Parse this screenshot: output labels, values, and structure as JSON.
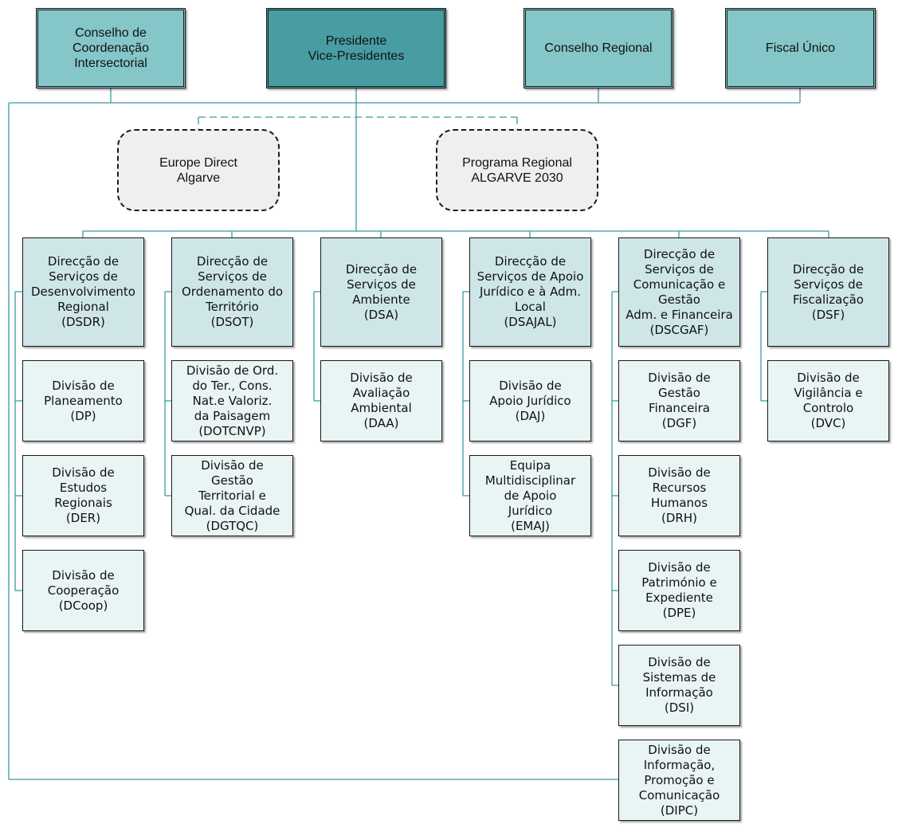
{
  "top": {
    "conselho_coord": "Conselho de\nCoordenação\nIntersectorial",
    "presidente": "Presidente\nVice-Presidentes",
    "conselho_regional": "Conselho Regional",
    "fiscal_unico": "Fiscal Único"
  },
  "support": {
    "europe_direct": "Europe Direct\nAlgarve",
    "programa_regional": "Programa Regional\nALGARVE 2030"
  },
  "directorates": {
    "dsdr": "Direcção de\nServiços de\nDesenvolvimento\nRegional\n(DSDR)",
    "dsot": "Direcção de\nServiços de\nOrdenamento do\nTerritório\n(DSOT)",
    "dsa": "Direcção de\nServiços de\nAmbiente\n(DSA)",
    "dsajal": "Direcção de\nServiços de Apoio\nJurídico e à Adm.\nLocal\n(DSAJAL)",
    "dscgaf": "Direcção de\nServiços de\nComunicação e\nGestão\nAdm. e Financeira\n(DSCGAF)",
    "dsf": "Direcção de\nServiços de\nFiscalização\n(DSF)"
  },
  "divisions": {
    "dp": "Divisão de\nPlaneamento\n(DP)",
    "der": "Divisão de\nEstudos\nRegionais\n(DER)",
    "dcoop": "Divisão de\nCooperação\n(DCoop)",
    "dotcnvp": "Divisão de Ord.\ndo Ter., Cons.\nNat.e Valoriz.\nda Paisagem\n(DOTCNVP)",
    "dgtqc": "Divisão de\nGestão\nTerritorial e\nQual. da Cidade\n(DGTQC)",
    "daa": "Divisão de\nAvaliação\nAmbiental\n(DAA)",
    "daj": "Divisão de\nApoio Jurídico\n(DAJ)",
    "emaj": "Equipa\nMultidisciplinar\nde Apoio\nJurídico\n(EMAJ)",
    "dgf": "Divisão de\nGestão\nFinanceira\n(DGF)",
    "drh": "Divisão de\nRecursos\nHumanos\n(DRH)",
    "dpe": "Divisão de\nPatrimónio e\nExpediente\n(DPE)",
    "dsi": "Divisão de\nSistemas de\nInformação\n(DSI)",
    "dipc": "Divisão de\nInformação,\nPromoção e\nComunicação\n(DIPC)",
    "dvc": "Divisão de\nVigilância e\nControlo\n(DVC)"
  },
  "colors": {
    "top_box": "#85c6c8",
    "president_box": "#479da1",
    "directorate_box": "#cfe6e9",
    "division_box": "#e9f5f5",
    "support_box": "#efefef",
    "connector": "#3a9aa0"
  }
}
